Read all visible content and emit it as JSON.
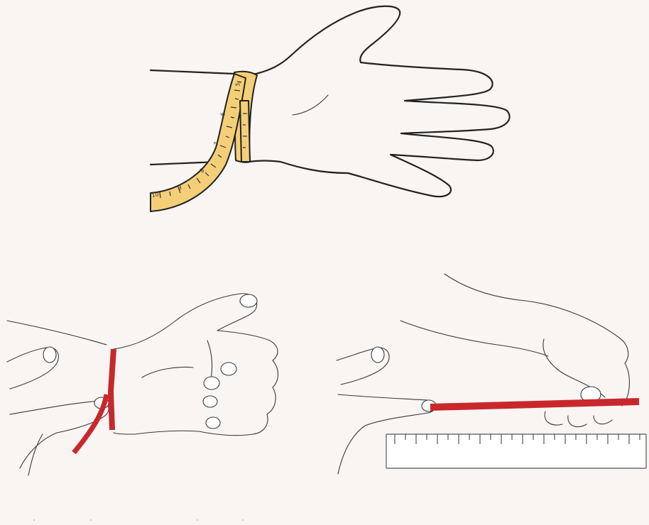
{
  "figure": {
    "panels": [
      {
        "id": "tape-measure-wrist"
      },
      {
        "id": "paper-strip-wrap"
      },
      {
        "id": "strip-on-ruler"
      }
    ],
    "tape_numbers": [
      "5",
      "6",
      "7",
      "8",
      "9",
      "10"
    ],
    "colors": {
      "background": "#f8f5f3",
      "tape": "#f4cf78",
      "strip": "#c8282c",
      "ink": "#222222"
    }
  }
}
